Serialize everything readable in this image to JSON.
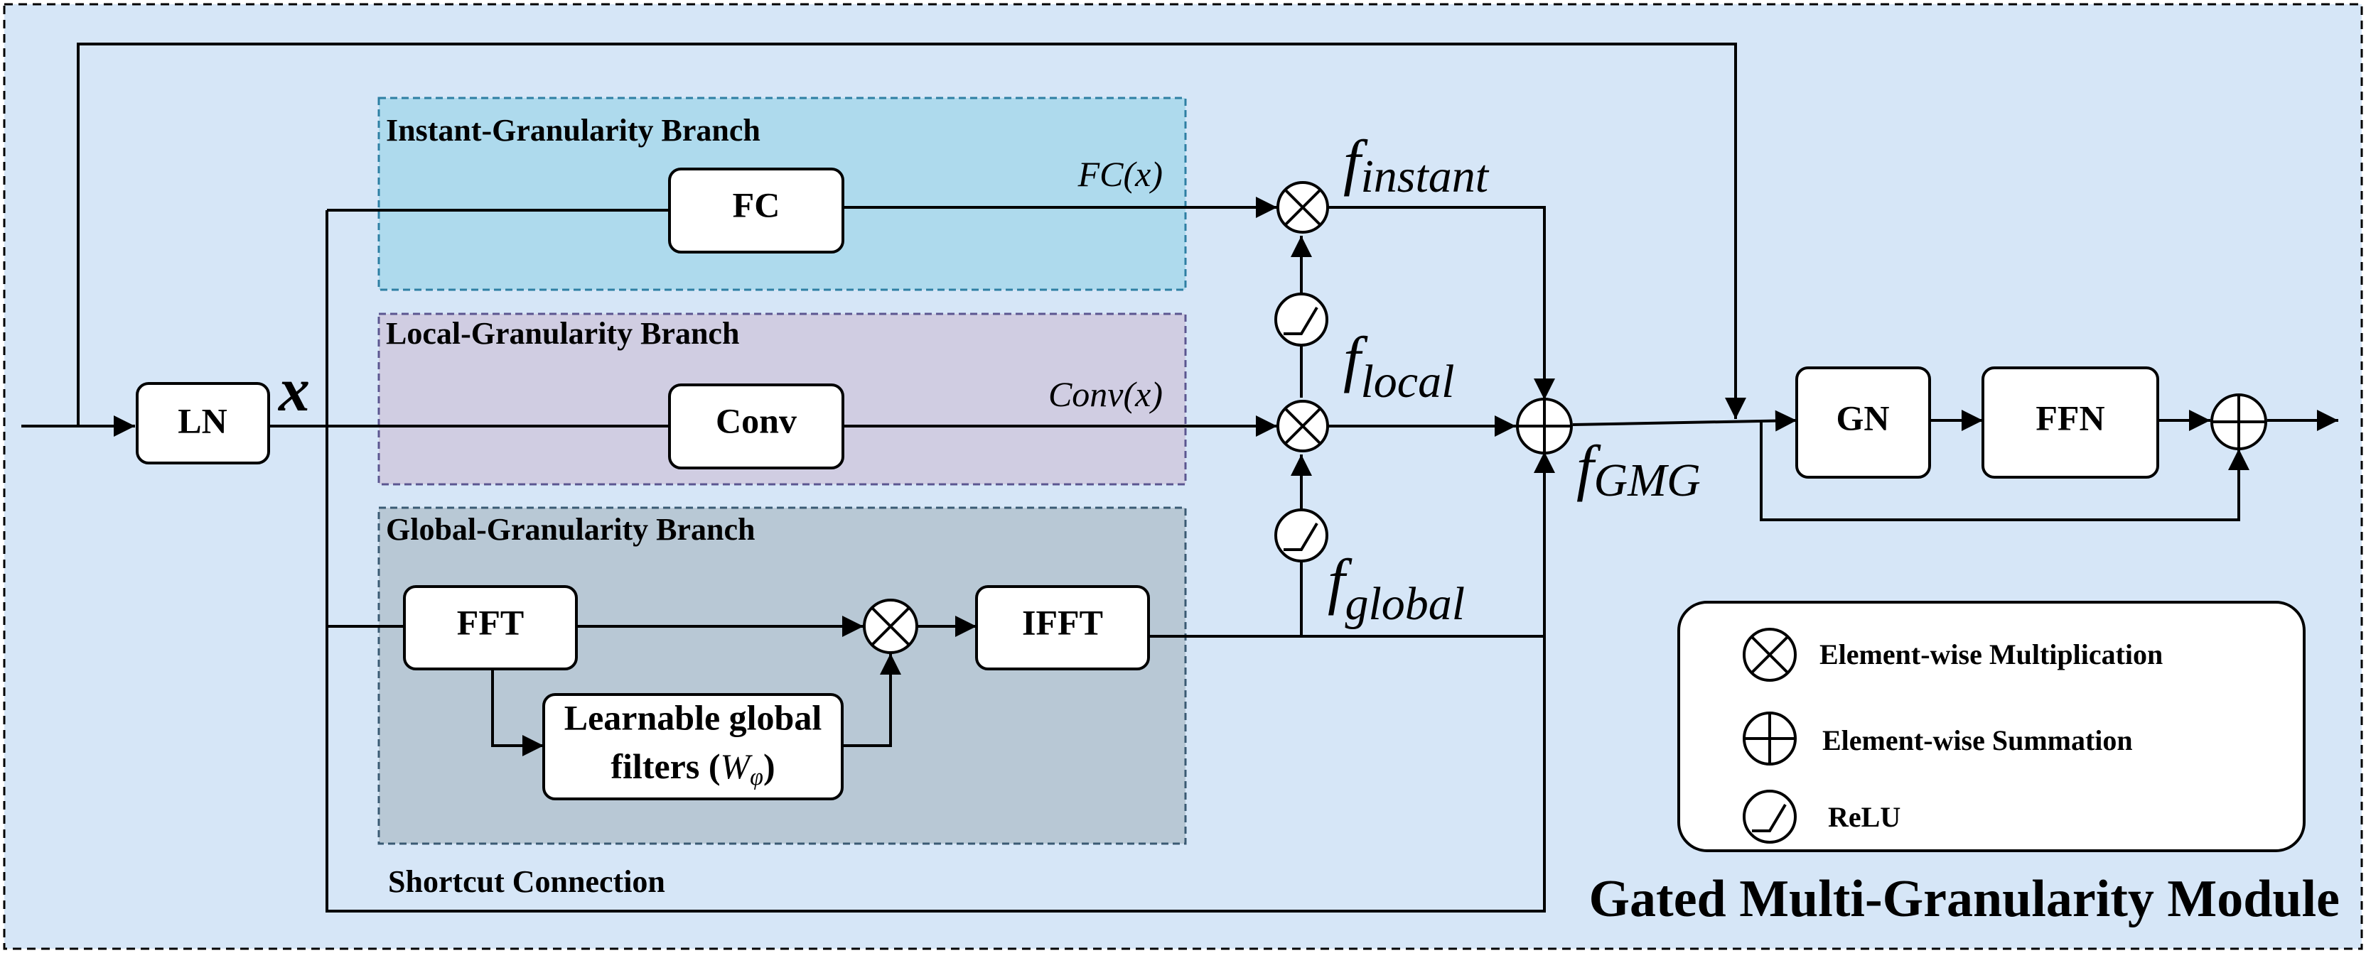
{
  "module_title": "Gated Multi-Granularity Module",
  "colors": {
    "background": "#d6e6f7",
    "instant_branch": "#aedaed",
    "local_branch": "#d0cde2",
    "global_branch": "#b8c8d5"
  },
  "branches": {
    "instant": {
      "title": "Instant-Granularity Branch",
      "block": "FC",
      "output": "FC(x)"
    },
    "local": {
      "title": "Local-Granularity Branch",
      "block": "Conv",
      "output": "Conv(x)"
    },
    "global": {
      "title": "Global-Granularity Branch",
      "fft": "FFT",
      "filter_line1": "Learnable global",
      "filter_line2": "filters (",
      "filter_symbol": "W",
      "filter_sub": "φ",
      "filter_close": ")",
      "ifft": "IFFT"
    }
  },
  "blocks": {
    "ln": "LN",
    "gn": "GN",
    "ffn": "FFN"
  },
  "symbols": {
    "x": "x",
    "f": "f",
    "instant_sub": "instant",
    "local_sub": "local",
    "global_sub": "global",
    "gmg_sub": "GMG"
  },
  "shortcut_label": "Shortcut Connection",
  "legend": {
    "multiplication": "Element-wise Multiplication",
    "summation": "Element-wise Summation",
    "relu": "ReLU"
  }
}
